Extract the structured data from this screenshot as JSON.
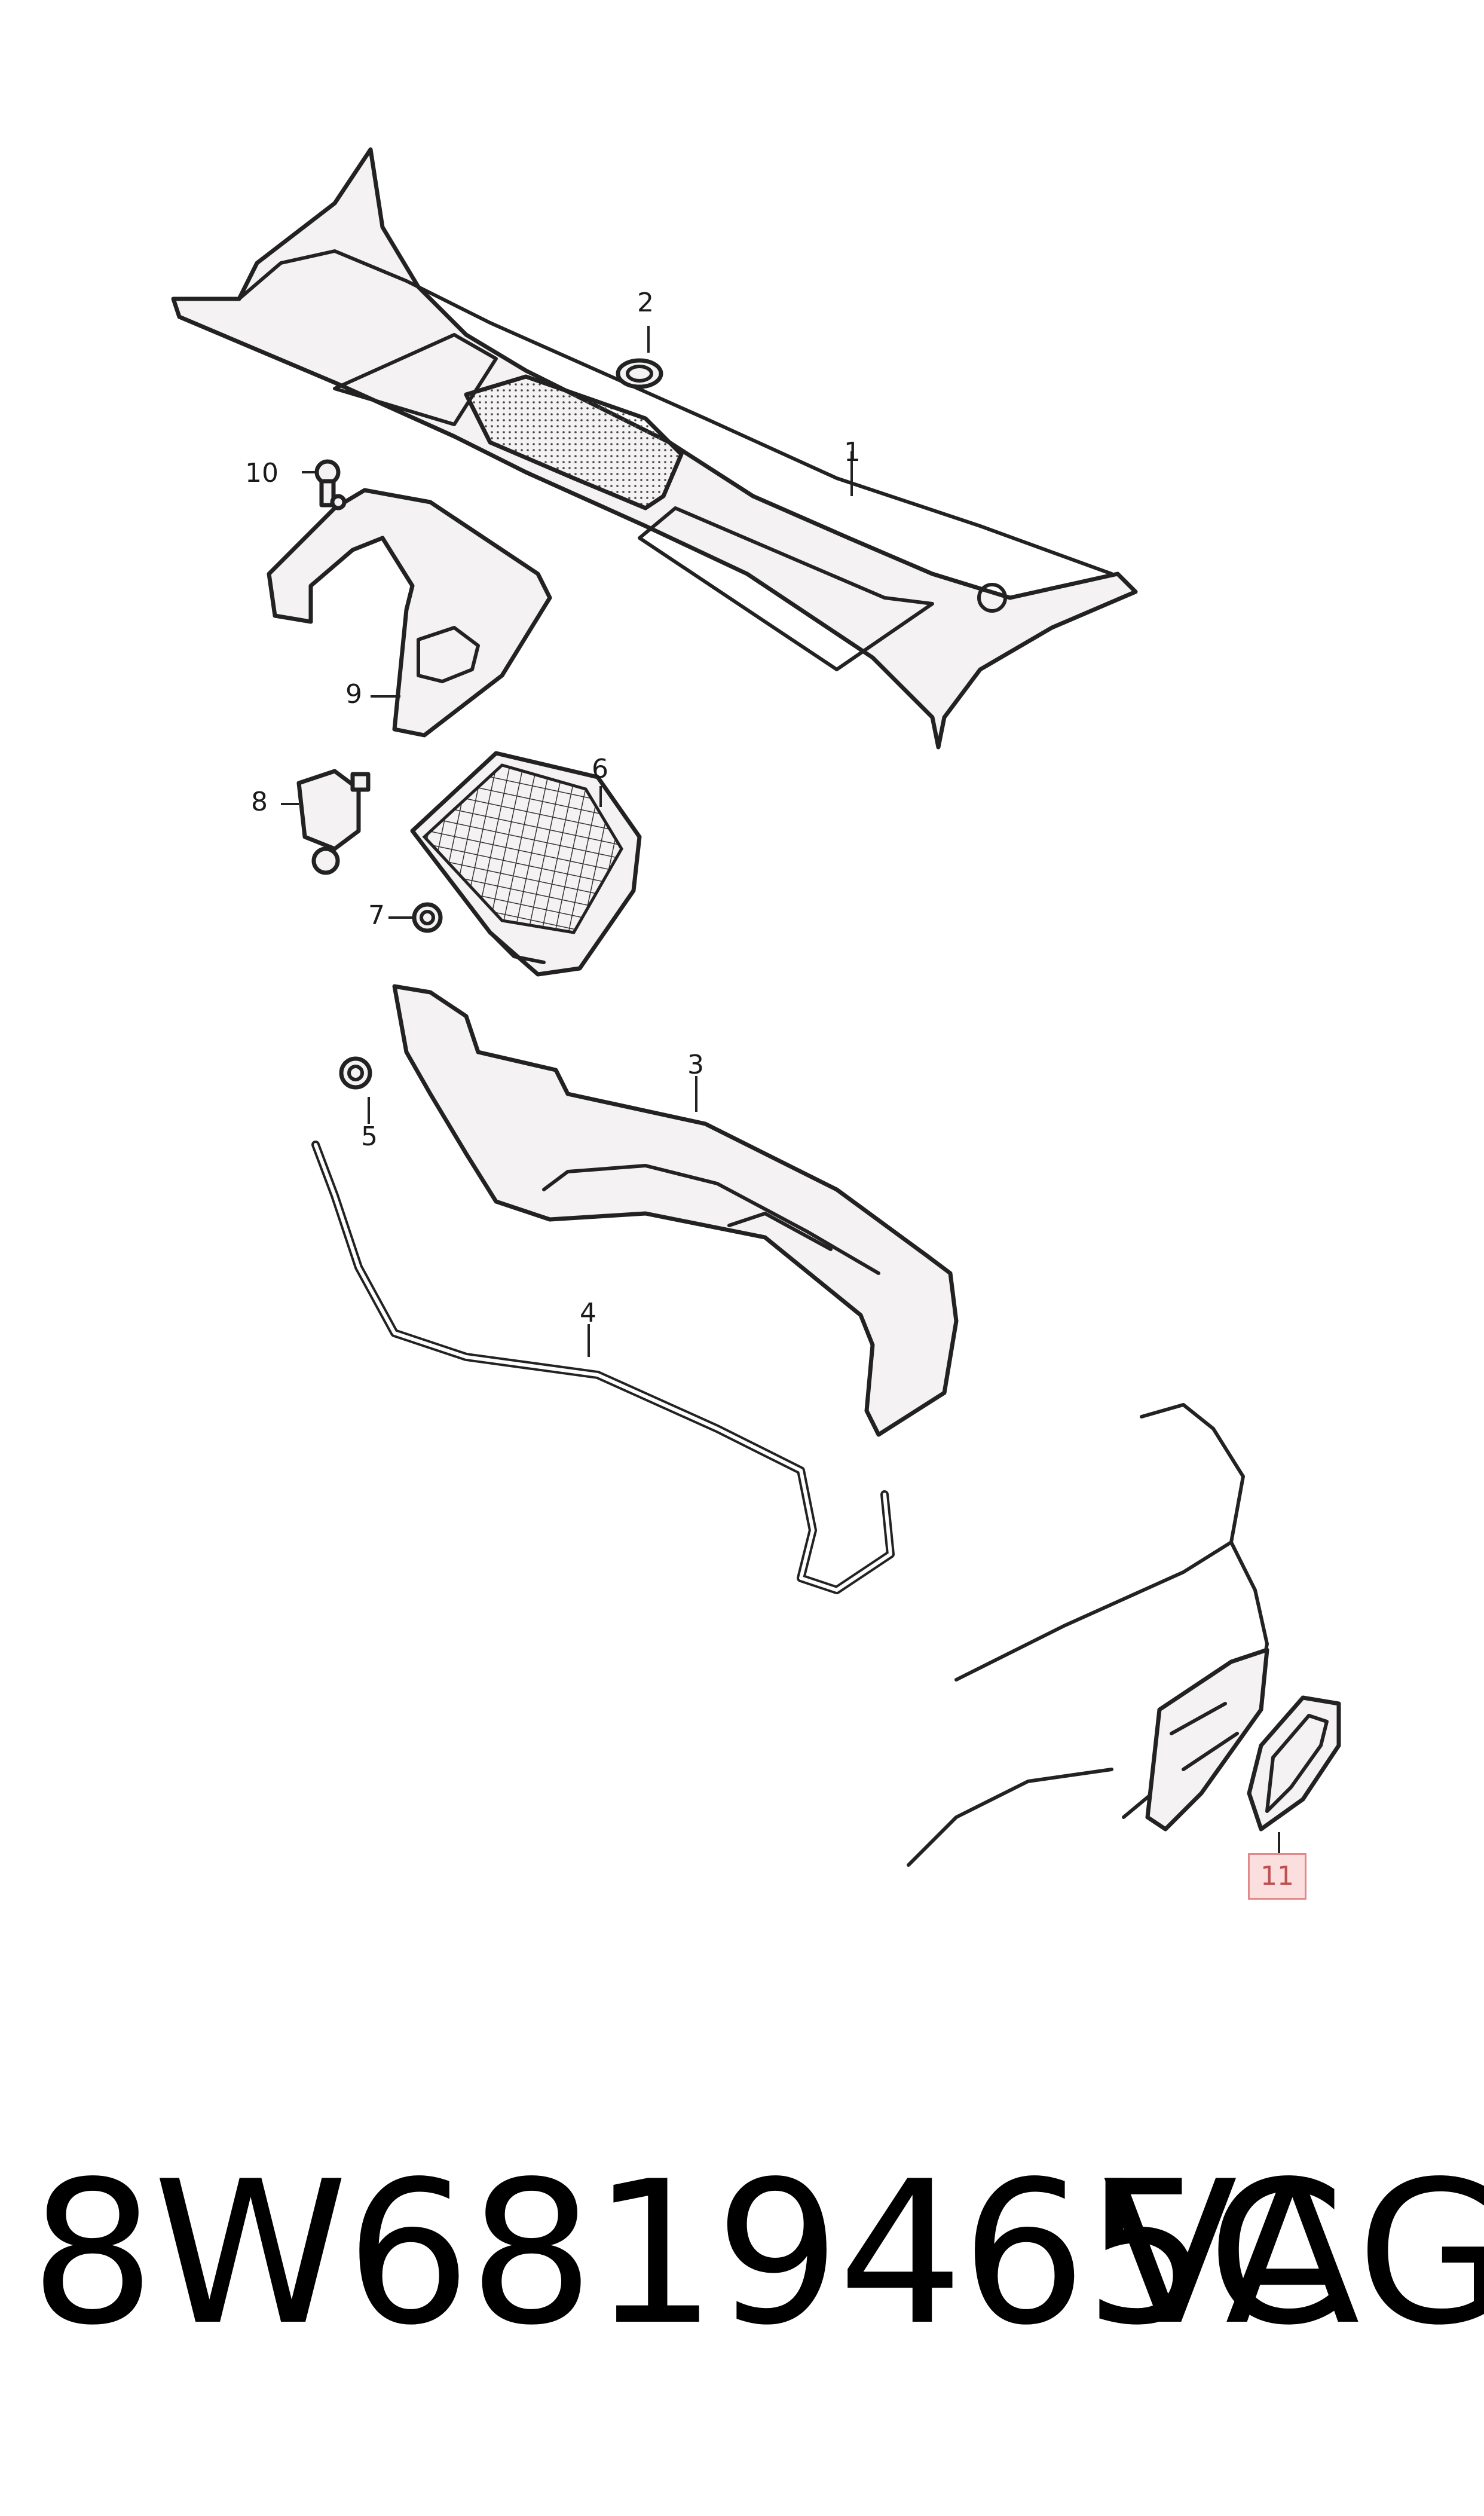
{
  "callouts": [
    {
      "id": "1",
      "label": "1"
    },
    {
      "id": "2",
      "label": "2"
    },
    {
      "id": "3",
      "label": "3"
    },
    {
      "id": "4",
      "label": "4"
    },
    {
      "id": "5",
      "label": "5"
    },
    {
      "id": "6",
      "label": "6"
    },
    {
      "id": "7",
      "label": "7"
    },
    {
      "id": "8",
      "label": "8"
    },
    {
      "id": "9",
      "label": "9"
    },
    {
      "id": "10",
      "label": "10"
    },
    {
      "id": "11",
      "label": "11",
      "highlighted": true
    }
  ],
  "part_number": "8W6819465C",
  "brand": "VAG",
  "colors": {
    "highlight_fill": "#fbdede",
    "highlight_border": "#e08a8a",
    "line": "#222222"
  }
}
